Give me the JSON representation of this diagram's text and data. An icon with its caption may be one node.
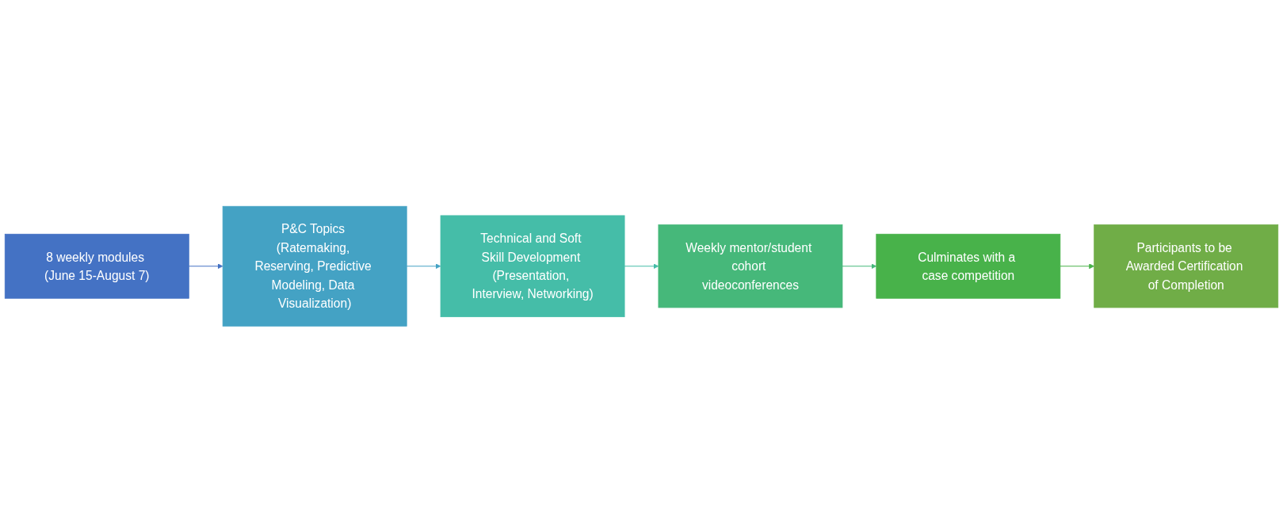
{
  "diagram": {
    "nodes": [
      {
        "text": [
          "8 weekly modules (June 15-August 7)"
        ]
      },
      {
        "text": [
          "P&C Topics (Ratemaking, Reserving, Predictive Modeling, Data Visualization)"
        ]
      },
      {
        "text": [
          "Technical and Soft Skill Development (Presentation, Interview, Networking)"
        ]
      },
      {
        "text": [
          "Weekly mentor/student cohort videoconferences"
        ]
      },
      {
        "text": [
          "Culminates with a case competition"
        ]
      },
      {
        "text": [
          "Participants to be Awarded Certification of Completion"
        ]
      }
    ],
    "edges": [
      {
        "from": 0,
        "to": 1,
        "arrow": "to",
        "color": "#4472c4"
      },
      {
        "from": 1,
        "to": 2,
        "arrow": "to",
        "color": "#44a2c4"
      },
      {
        "from": 2,
        "to": 3,
        "arrow": "to",
        "color": "#45bda8"
      },
      {
        "from": 3,
        "to": 4,
        "arrow": "to",
        "color": "#46b87a"
      },
      {
        "from": 4,
        "to": 5,
        "arrow": "to",
        "color": "#48b24a"
      }
    ]
  }
}
